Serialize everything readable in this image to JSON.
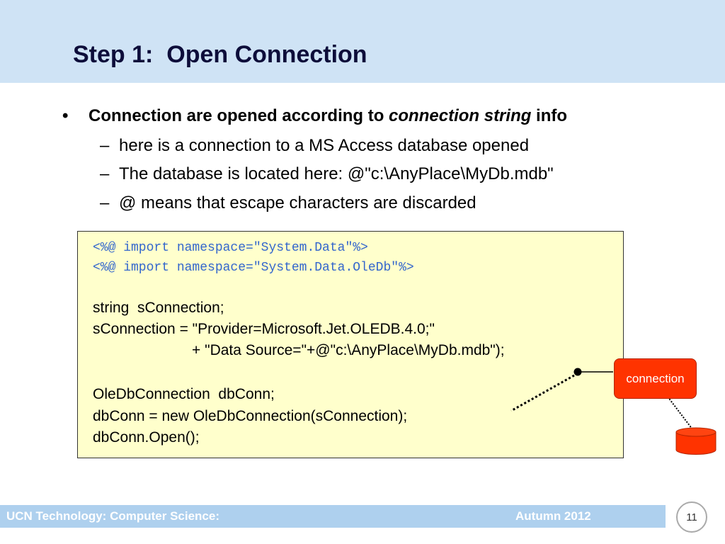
{
  "slide": {
    "title": "Step 1:  Open Connection"
  },
  "bullets": {
    "main": {
      "marker": "•",
      "text_before": "Connection are opened according to ",
      "text_emphasis": "connection string",
      "text_after": " info"
    },
    "subs": [
      {
        "marker": "–",
        "text": "here is a connection to a MS Access database opened"
      },
      {
        "marker": "–",
        "text": "The database is located here: @\"c:\\AnyPlace\\MyDb.mdb\""
      },
      {
        "marker": "–",
        "text": "@ means that escape characters are discarded"
      }
    ]
  },
  "code": {
    "imports": [
      "<%@ import namespace=\"System.Data\"%>",
      "<%@ import namespace=\"System.Data.OleDb\"%>"
    ],
    "lines": [
      "string  sConnection;",
      "sConnection = \"Provider=Microsoft.Jet.OLEDB.4.0;\"",
      "                        + \"Data Source=\"+@\"c:\\AnyPlace\\MyDb.mdb\");",
      "OleDbConnection  dbConn;",
      "dbConn = new OleDbConnection(sConnection);",
      "dbConn.Open();"
    ]
  },
  "diagram": {
    "connection_label": "connection",
    "database_icon": "database-icon",
    "colors": {
      "connection_box": "#ff3300",
      "code_background": "#ffffcc",
      "header": "#cfe3f5"
    }
  },
  "footer": {
    "left": "UCN Technology: Computer Science:",
    "right": "Autumn 2012",
    "page_number": "11"
  }
}
